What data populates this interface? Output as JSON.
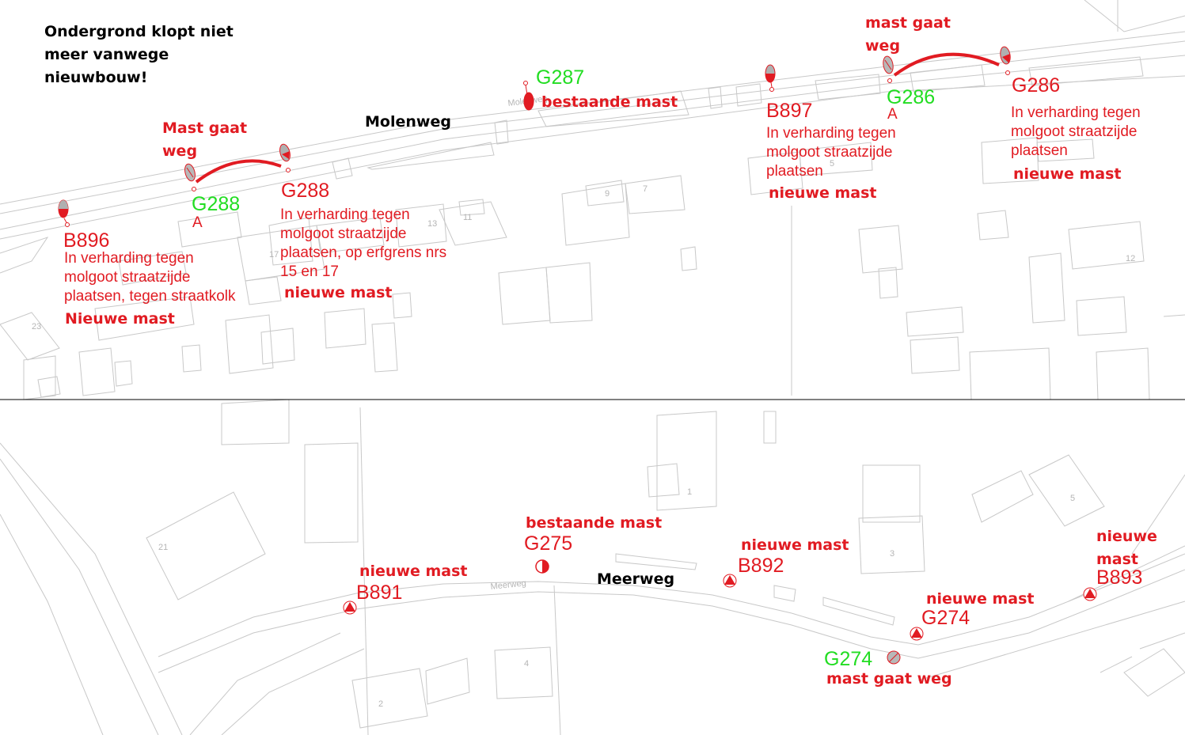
{
  "header_note": "Ondergrond klopt niet\nmeer vanwege\nnieuwbouw!",
  "streets": {
    "molenweg": "Molenweg",
    "meerweg": "Meerweg"
  },
  "map_labels": {
    "house_numbers_top": [
      "23",
      "17",
      "13",
      "11",
      "9",
      "7",
      "5",
      "12"
    ],
    "house_numbers_bottom": [
      "21",
      "1",
      "5",
      "3",
      "4",
      "2"
    ],
    "street_in_map_top": "Molenweg",
    "street_in_map_bottom": "Meerweg"
  },
  "legend_colors": {
    "new_mast": "#e11b22",
    "existing_code": "#22dd22",
    "removed_mast": "#a0a0a0"
  },
  "masts_top": {
    "b896": {
      "code": "B896",
      "note": "In verharding tegen\nmolgoot straatzijde\nplaatsen, tegen straatkolk",
      "status": "Nieuwe mast"
    },
    "g288_old": {
      "code": "G288",
      "letter": "A",
      "status": "Mast gaat\nweg"
    },
    "g288_new": {
      "code": "G288",
      "note": "In verharding tegen\nmolgoot straatzijde\nplaatsen, op erfgrens nrs\n15 en 17",
      "status": "nieuwe mast"
    },
    "g287": {
      "code": "G287",
      "status": "bestaande mast"
    },
    "b897": {
      "code": "B897",
      "note": "In verharding tegen\nmolgoot straatzijde\nplaatsen",
      "status": "nieuwe mast"
    },
    "g286_old": {
      "code": "G286",
      "letter": "A",
      "status": "mast gaat\nweg"
    },
    "g286_new": {
      "code": "G286",
      "note": "In verharding tegen\nmolgoot straatzijde\nplaatsen",
      "status": "nieuwe mast"
    }
  },
  "masts_bottom": {
    "b891": {
      "code": "B891",
      "status": "nieuwe mast"
    },
    "g275": {
      "code": "G275",
      "status": "bestaande mast"
    },
    "b892": {
      "code": "B892",
      "status": "nieuwe mast"
    },
    "g274_new": {
      "code": "G274",
      "status": "nieuwe mast"
    },
    "g274_old": {
      "code": "G274",
      "status": "mast gaat weg"
    },
    "b893": {
      "code": "B893",
      "status": "nieuwe\nmast"
    }
  }
}
